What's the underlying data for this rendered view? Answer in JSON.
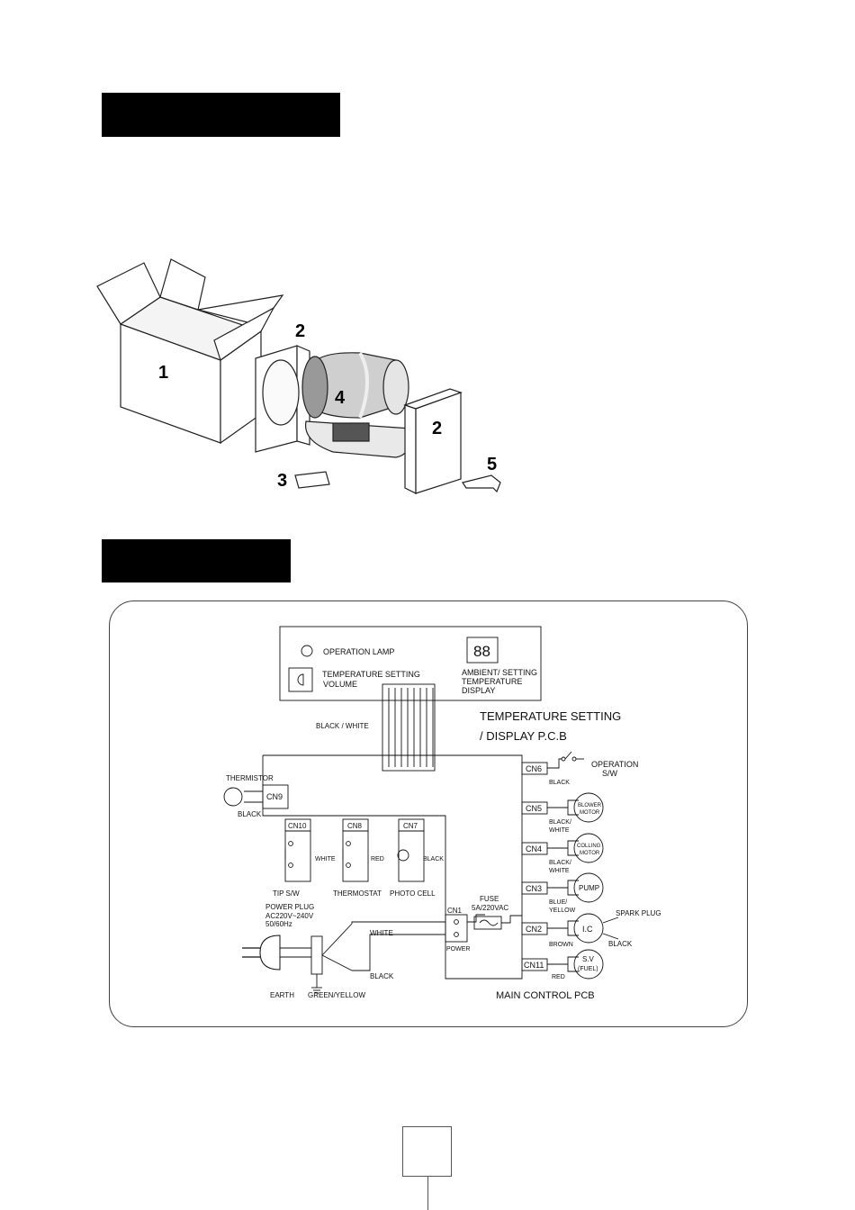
{
  "section_headers": [
    {
      "label": ""
    },
    {
      "label": ""
    }
  ],
  "package_contents": {
    "callouts": [
      "1",
      "2",
      "4",
      "2",
      "3",
      "5"
    ]
  },
  "wiring_diagram": {
    "display_panel": {
      "operation_lamp": "OPERATION LAMP",
      "temp_setting_1": "TEMPERATURE SETTING",
      "temp_setting_2": "VOLUME",
      "display_digits": "88",
      "ambient_1": "AMBIENT/ SETTING",
      "ambient_2": "TEMPERATURE",
      "ambient_3": "DISPLAY"
    },
    "labels": {
      "black_white_cable": "BLACK / WHITE",
      "pcb_title_1": "TEMPERATURE SETTING",
      "pcb_title_2": "/ DISPLAY  P.C.B",
      "thermistor": "THERMISTOR",
      "thermistor_wire": "BLACK",
      "cn9": "CN9",
      "cn10": "CN10",
      "cn8": "CN8",
      "cn7": "CN7",
      "white": "WHITE",
      "red": "RED",
      "black_cn7": "BLACK",
      "tip_sw": "TIP S/W",
      "thermostat": "THERMOSTAT",
      "photo_cell": "PHOTO CELL",
      "power_plug_1": "POWER PLUG",
      "power_plug_2": "AC220V~240V",
      "power_plug_3": "50/60Hz",
      "earth": "EARTH",
      "green_yellow": "GREEN/YELLOW",
      "wire_white": "WHITE",
      "wire_black": "BLACK",
      "cn1": "CN1",
      "power": "POWER",
      "fuse_1": "FUSE",
      "fuse_2": "5A/220VAC",
      "main_pcb": "MAIN CONTROL PCB"
    },
    "right_connectors": [
      {
        "cn": "CN6",
        "wire": "BLACK",
        "device": "OPERATION",
        "device2": "S/W"
      },
      {
        "cn": "CN5",
        "wire": "BLACK/",
        "wire2": "WHITE",
        "device": "BLOWER",
        "device2": "MOTOR"
      },
      {
        "cn": "CN4",
        "wire": "BLACK/",
        "wire2": "WHITE",
        "device": "COLLING",
        "device2": "MOTOR"
      },
      {
        "cn": "CN3",
        "wire": "BLUE/",
        "wire2": "YELLOW",
        "device": "PUMP"
      },
      {
        "cn": "CN2",
        "wire": "BROWN",
        "device": "I.C",
        "extra1": "SPARK PLUG",
        "extra2": "BLACK"
      },
      {
        "cn": "CN11",
        "wire": "RED",
        "device": "S.V",
        "device2": "(FUEL)"
      }
    ]
  },
  "page_number": ""
}
